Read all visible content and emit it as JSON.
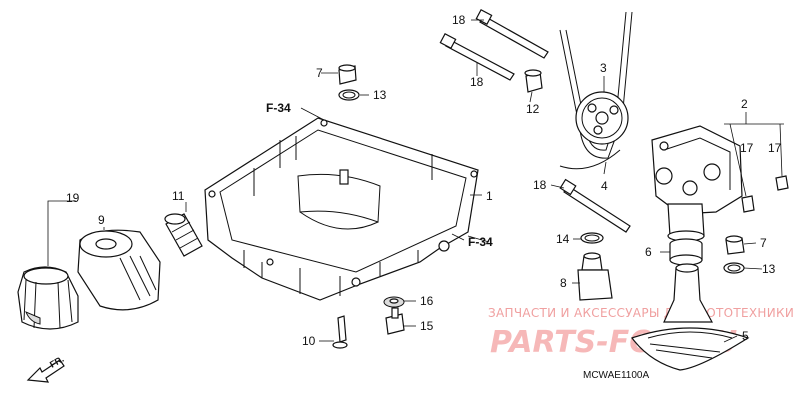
{
  "callouts": {
    "c1": "1",
    "c2": "2",
    "c3": "3",
    "c4": "4",
    "c5": "5",
    "c6": "6",
    "c7a": "7",
    "c7b": "7",
    "c8": "8",
    "c9": "9",
    "c10": "10",
    "c11": "11",
    "c12": "12",
    "c13a": "13",
    "c13b": "13",
    "c14": "14",
    "c15": "15",
    "c16": "16",
    "c17a": "17",
    "c17b": "17",
    "c18a": "18",
    "c18b": "18",
    "c18c": "18",
    "c19": "19"
  },
  "references": {
    "f34_top": "F-34",
    "f34_right": "F-34"
  },
  "direction_label": "FR.",
  "diagram_code": "MCWAE1100A",
  "watermark": {
    "caption": "ЗАПЧАСТИ И АКСЕССУАРЫ ДЛЯ МОТОТЕХНИКИ",
    "brand": "PARTS-FOR.RU"
  }
}
